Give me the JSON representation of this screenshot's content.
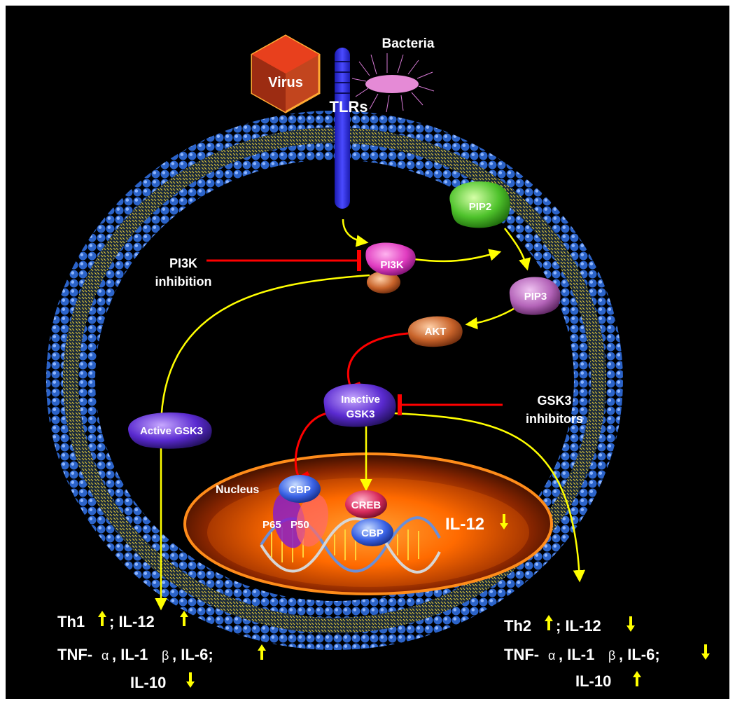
{
  "labels": {
    "virus": "Virus",
    "bacteria": "Bacteria",
    "tlrs": "TLRs",
    "pip2": "PIP2",
    "pi3k": "PI3K",
    "pip3": "PIP3",
    "akt": "AKT",
    "pi3k_inhibition_line1": "PI3K",
    "pi3k_inhibition_line2": "inhibition",
    "inactive_gsk3_line1": "Inactive",
    "inactive_gsk3_line2": "GSK3",
    "gsk3_inhibitors_line1": "GSK3",
    "gsk3_inhibitors_line2": "inhibitors",
    "active_gsk3": "Active GSK3",
    "nucleus": "Nucleus",
    "cbp_left": "CBP",
    "p65": "P65",
    "p50": "P50",
    "creb": "CREB",
    "cbp_right": "CBP",
    "il12_nucleus": "IL-12"
  },
  "left_outcome": {
    "line1_a": "Th1",
    "line1_b": "; IL-12",
    "line2_a": "TNF-",
    "line2_alpha": "α",
    "line2_b": ", IL-1",
    "line2_beta": "β",
    "line2_c": ", IL-6;",
    "line3": "IL-10"
  },
  "right_outcome": {
    "line1_a": "Th2",
    "line1_b": "; IL-12",
    "line2_a": "TNF-",
    "line2_alpha": "α",
    "line2_b": ", IL-1",
    "line2_beta": "β",
    "line2_c": ", IL-6;",
    "line3": "IL-10"
  },
  "colors": {
    "background": "#000000",
    "membrane": "#2f6fd8",
    "activation_arrow": "#ffff00",
    "inhibition_line": "#ff0000",
    "up_down_arrow": "#ffff00"
  }
}
